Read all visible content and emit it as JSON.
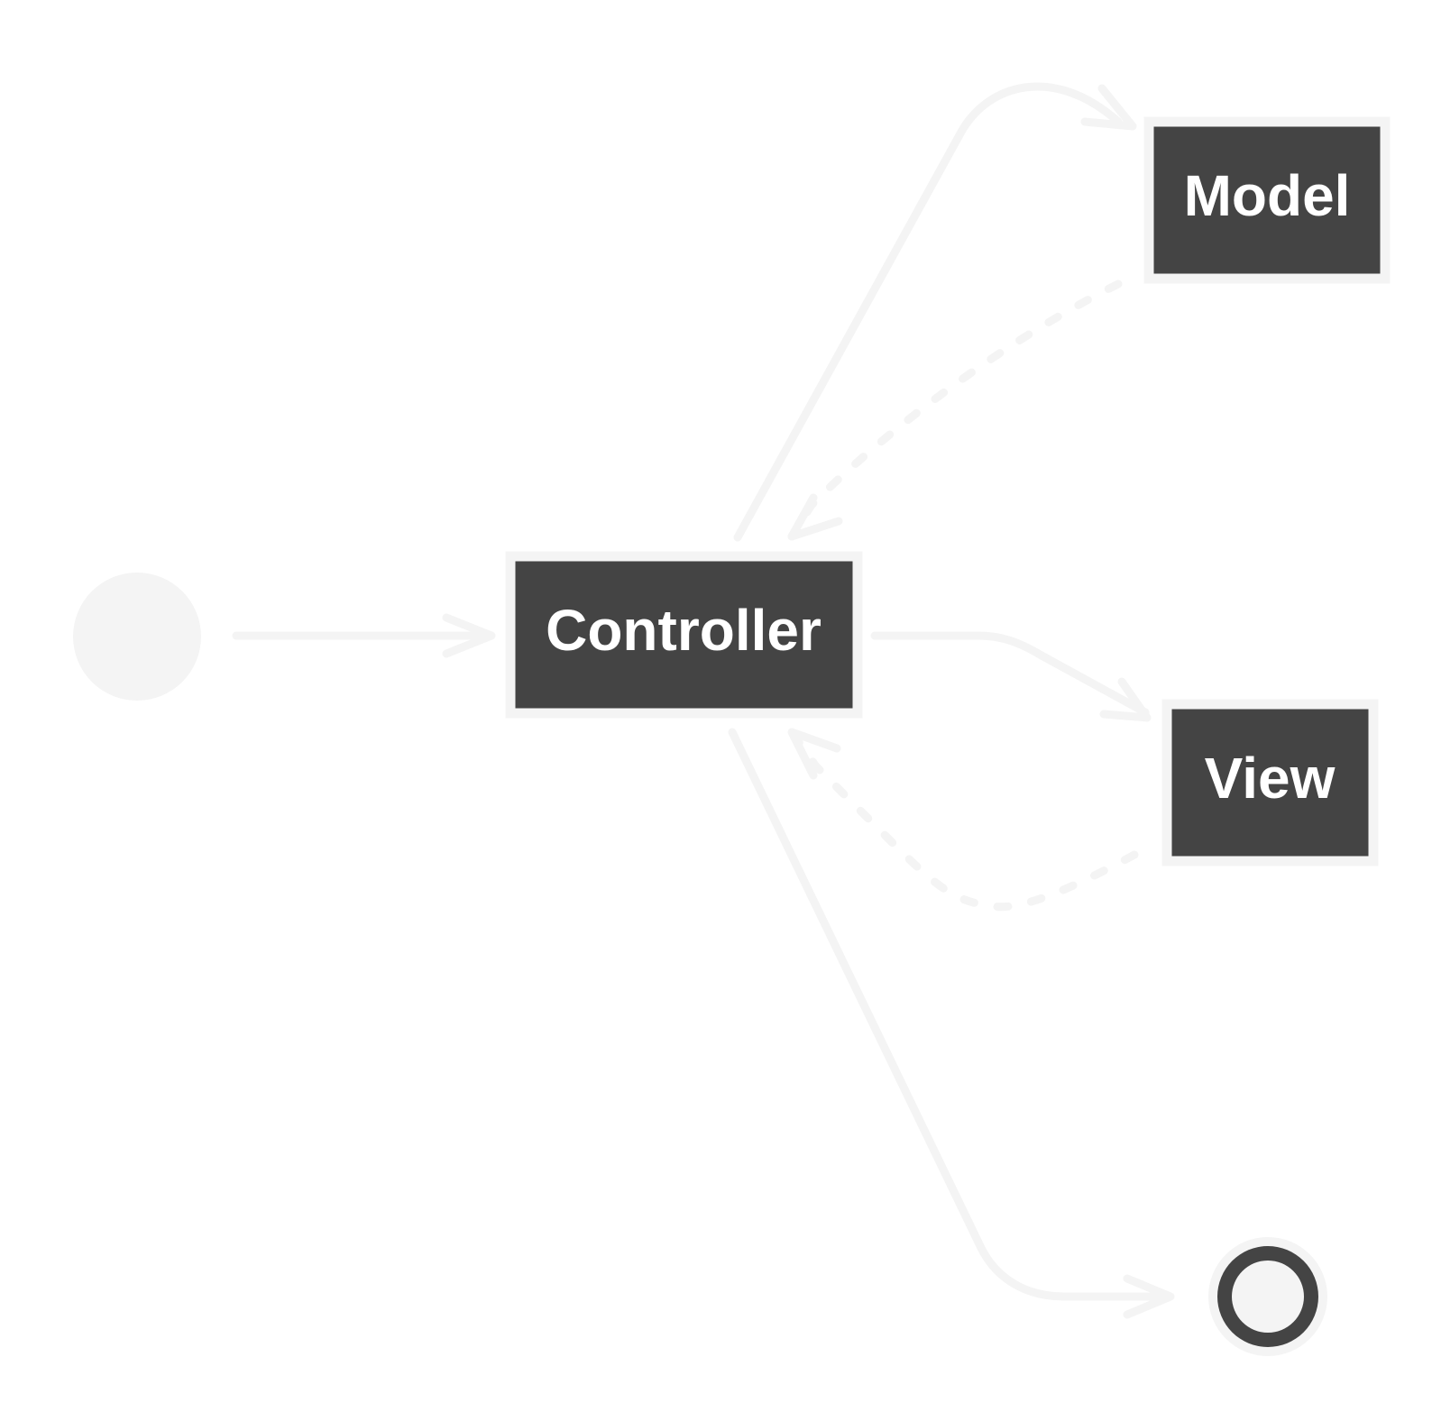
{
  "diagram": {
    "type": "state",
    "nodes": {
      "start": {
        "kind": "initial-state"
      },
      "controller": {
        "label": "Controller"
      },
      "model": {
        "label": "Model"
      },
      "view": {
        "label": "View"
      },
      "end": {
        "kind": "final-state"
      }
    },
    "edges": [
      {
        "from": "start",
        "to": "controller",
        "style": "solid"
      },
      {
        "from": "controller",
        "to": "model",
        "style": "solid"
      },
      {
        "from": "model",
        "to": "controller",
        "style": "dashed"
      },
      {
        "from": "controller",
        "to": "view",
        "style": "solid"
      },
      {
        "from": "view",
        "to": "controller",
        "style": "dashed"
      },
      {
        "from": "controller",
        "to": "end",
        "style": "solid"
      }
    ],
    "colors": {
      "node_fill": "#444444",
      "stroke": "#f4f4f4",
      "label_text": "#ffffff",
      "background": "#ffffff"
    }
  }
}
